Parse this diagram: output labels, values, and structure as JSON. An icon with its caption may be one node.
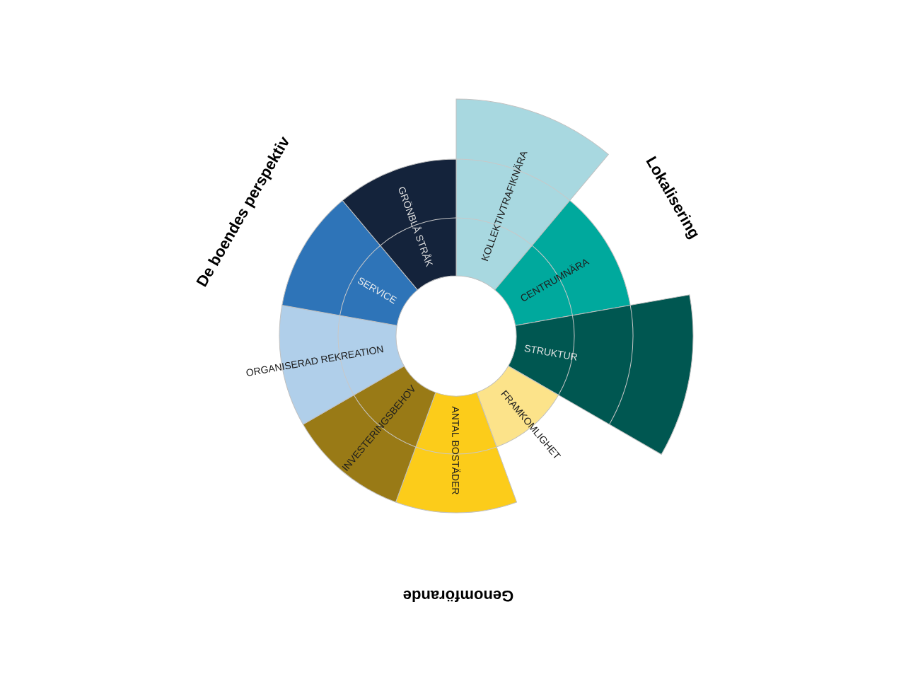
{
  "diagram": {
    "nodes": [
      {
        "text": [
          "KOLLEKTIVTRAFIKNÄRA"
        ]
      },
      {
        "text": [
          "CENTRUMNÄRA"
        ]
      },
      {
        "text": [
          "STRUKTUR"
        ]
      },
      {
        "text": [
          "FRAMKOMLIGHET"
        ]
      },
      {
        "text": [
          "ANTAL BOSTÄDER"
        ]
      },
      {
        "text": [
          "INVESTERINGSBEHOV"
        ]
      },
      {
        "text": [
          "ORGANISERAD REKREATION"
        ]
      },
      {
        "text": [
          "SERVICE"
        ]
      },
      {
        "text": [
          "GRÖNBLÅ STRÅK"
        ]
      }
    ],
    "labels": [
      "De boendes perspektiv",
      "Lokalisering",
      "Genomförande"
    ]
  }
}
